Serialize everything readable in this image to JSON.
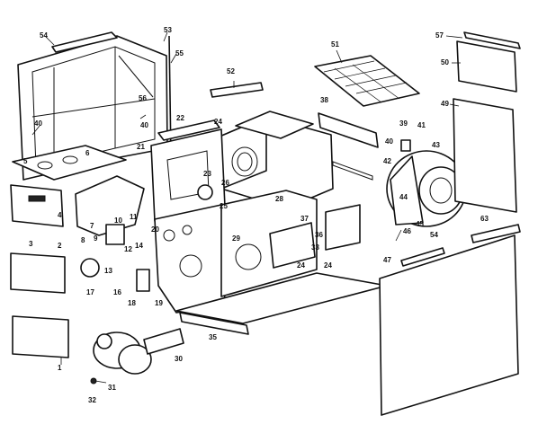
{
  "labels": {
    "l1": "1",
    "l2": "2",
    "l3": "3",
    "l4": "4",
    "l5": "5",
    "l6": "6",
    "l7": "7",
    "l8": "8",
    "l9": "9",
    "l10": "10",
    "l11": "11",
    "l12": "12",
    "l13": "13",
    "l14": "14",
    "l16": "16",
    "l17": "17",
    "l18": "18",
    "l19": "19",
    "l20": "20",
    "l21": "21",
    "l22": "22",
    "l23": "23",
    "l24": "24",
    "l24b": "24",
    "l24c": "24",
    "l25": "25",
    "l26": "26",
    "l28": "28",
    "l29": "29",
    "l30": "30",
    "l31": "31",
    "l32": "32",
    "l33": "33",
    "l35": "35",
    "l36": "36",
    "l37": "37",
    "l38": "38",
    "l39": "39",
    "l40": "40",
    "l40b": "40",
    "l41": "41",
    "l42": "42",
    "l43": "43",
    "l44": "44",
    "l45": "45",
    "l46": "46",
    "l47": "47",
    "l49": "49",
    "l50": "50",
    "l51": "51",
    "l52": "52",
    "l53": "53",
    "l54": "54",
    "l54b": "54",
    "l55": "55",
    "l56": "56",
    "l57": "57",
    "l63": "63"
  }
}
